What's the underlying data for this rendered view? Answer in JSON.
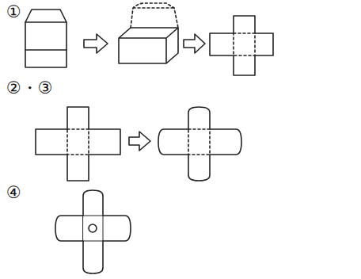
{
  "diagram": {
    "labels": [
      "①",
      "②・③",
      "④"
    ]
  }
}
